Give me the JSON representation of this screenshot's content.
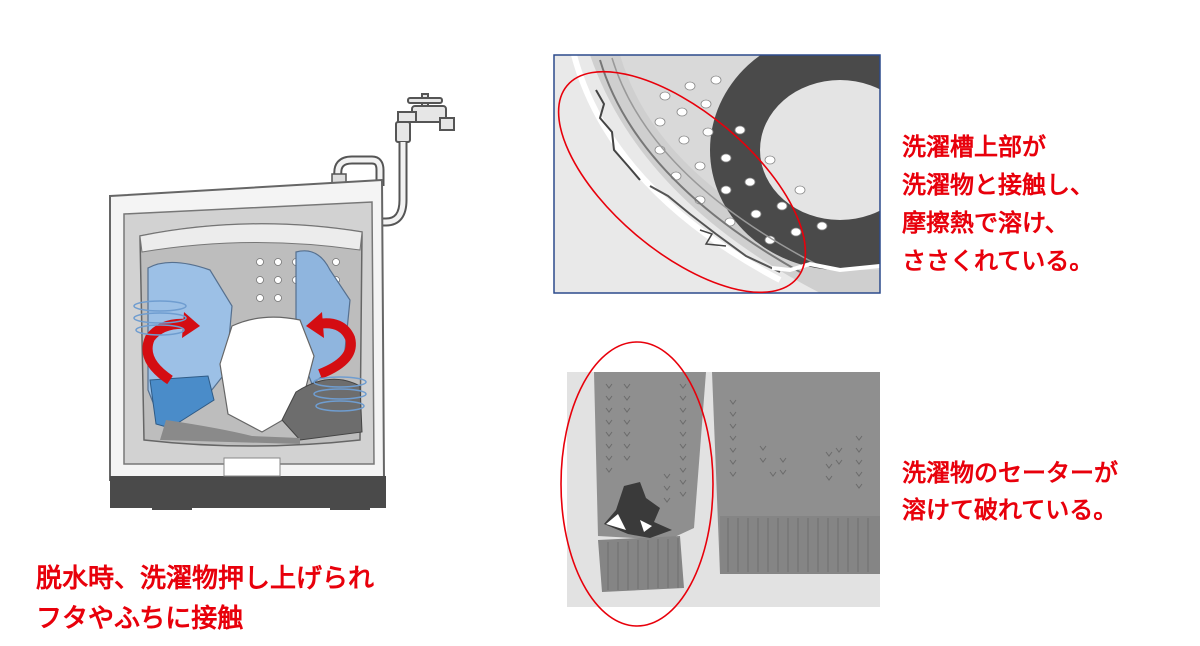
{
  "captions": {
    "washer_lines": [
      "脱水時、洗濯物押し上げられ",
      "フタやふちに接触"
    ],
    "tub_lines": [
      "洗濯槽上部が",
      "洗濯物と接触し、",
      "摩擦熱で溶け、",
      "ささくれている。"
    ],
    "sweater_lines": [
      "洗濯物のセーターが",
      "溶けて破れている。"
    ]
  },
  "colors": {
    "caption_red": "#e8000b",
    "highlight_ellipse": "#e8000b",
    "photo_frame": "#2c4a8c"
  },
  "icons": [
    "faucet-icon",
    "rotation-arrow-icon"
  ]
}
